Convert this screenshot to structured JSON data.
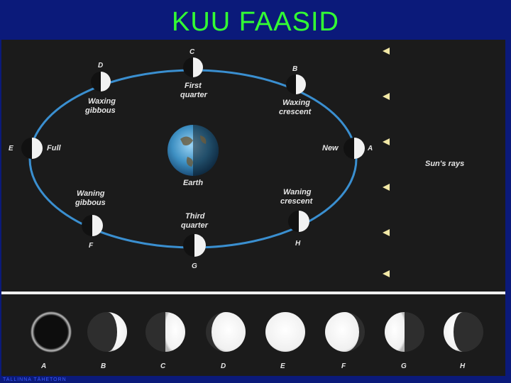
{
  "title": "KUU FAASID",
  "footer": "TALLINNA TÄHETORN",
  "diagram": {
    "earth_label": "Earth",
    "sun_rays_label": "Sun's rays",
    "positions": [
      {
        "letter": "A",
        "name": "New"
      },
      {
        "letter": "B",
        "name_line1": "Waxing",
        "name_line2": "crescent"
      },
      {
        "letter": "C",
        "name_line1": "First",
        "name_line2": "quarter"
      },
      {
        "letter": "D",
        "name_line1": "Waxing",
        "name_line2": "gibbous"
      },
      {
        "letter": "E",
        "name": "Full"
      },
      {
        "letter": "F",
        "name_line1": "Waning",
        "name_line2": "gibbous"
      },
      {
        "letter": "G",
        "name_line1": "Third",
        "name_line2": "quarter"
      },
      {
        "letter": "H",
        "name_line1": "Waning",
        "name_line2": "crescent"
      }
    ],
    "bottom_row": [
      "A",
      "B",
      "C",
      "D",
      "E",
      "F",
      "G",
      "H"
    ]
  },
  "colors": {
    "title": "#33ff33",
    "background": "#0b1a7a",
    "orbit": "#3a8fd0",
    "ray": "#f2e8a6"
  }
}
